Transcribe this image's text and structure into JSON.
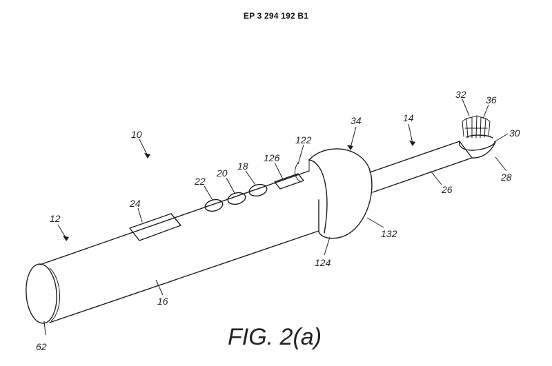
{
  "header": {
    "patent_number": "EP 3 294 192 B1"
  },
  "figure": {
    "caption": "FIG. 2(a)",
    "references": {
      "r10": "10",
      "r12": "12",
      "r14": "14",
      "r16": "16",
      "r18": "18",
      "r20": "20",
      "r22": "22",
      "r24": "24",
      "r26": "26",
      "r28": "28",
      "r30": "30",
      "r32": "32",
      "r34": "34",
      "r36": "36",
      "r62": "62",
      "r122": "122",
      "r124": "124",
      "r126": "126",
      "r132": "132"
    }
  }
}
